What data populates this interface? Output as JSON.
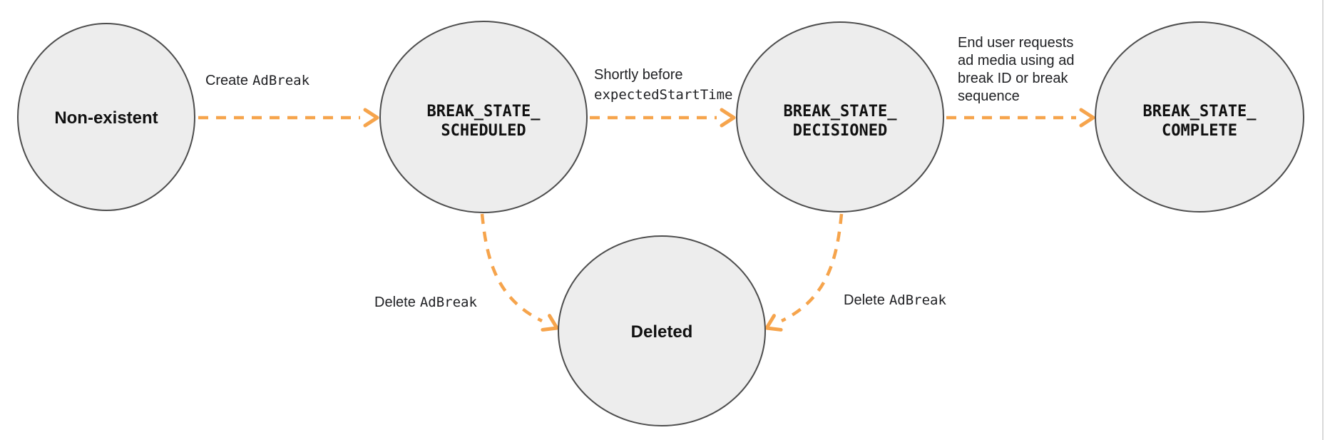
{
  "colors": {
    "background": "#ffffff",
    "node_fill": "#ededed",
    "node_stroke": "#4d4d4d",
    "arrow": "#f6a44c",
    "state_text": "#111111",
    "label_text": "#202124",
    "page_edge": "#d9d9d9"
  },
  "states": {
    "non_existent": {
      "label": "Non-existent"
    },
    "scheduled": {
      "name_line1": "BREAK_STATE_",
      "name_line2": "SCHEDULED"
    },
    "decisioned": {
      "name_line1": "BREAK_STATE_",
      "name_line2": "DECISIONED"
    },
    "complete": {
      "name_line1": "BREAK_STATE_",
      "name_line2": "COMPLETE"
    },
    "deleted": {
      "label": "Deleted"
    }
  },
  "transitions": {
    "create_adbreak": {
      "action": "Create",
      "code": "AdBreak"
    },
    "shortly_before": {
      "text": "Shortly before",
      "code": "expectedStartTime"
    },
    "end_user_requests": {
      "line1": "End user requests",
      "line2": "ad media using ad",
      "line3": "break ID or break",
      "line4": "sequence"
    },
    "delete_adbreak_from_scheduled": {
      "action": "Delete",
      "code": "AdBreak"
    },
    "delete_adbreak_from_decisioned": {
      "action": "Delete",
      "code": "AdBreak"
    }
  }
}
